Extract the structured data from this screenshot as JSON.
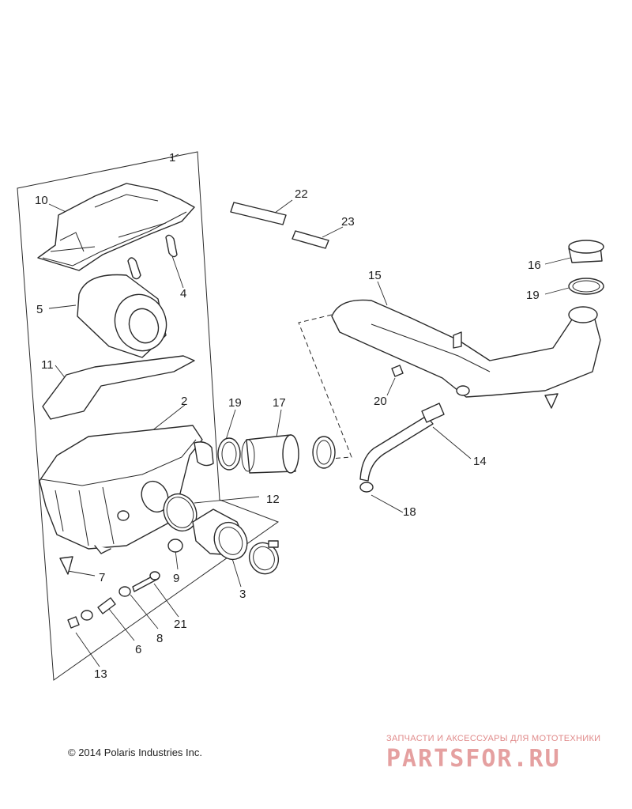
{
  "diagram": {
    "callouts": [
      {
        "id": "c1",
        "text": "1"
      },
      {
        "id": "c2",
        "text": "2"
      },
      {
        "id": "c3",
        "text": "3"
      },
      {
        "id": "c4",
        "text": "4"
      },
      {
        "id": "c5",
        "text": "5"
      },
      {
        "id": "c6",
        "text": "6"
      },
      {
        "id": "c7",
        "text": "7"
      },
      {
        "id": "c8",
        "text": "8"
      },
      {
        "id": "c9",
        "text": "9"
      },
      {
        "id": "c10",
        "text": "10"
      },
      {
        "id": "c11",
        "text": "11"
      },
      {
        "id": "c12",
        "text": "12"
      },
      {
        "id": "c13",
        "text": "13"
      },
      {
        "id": "c14",
        "text": "14"
      },
      {
        "id": "c15",
        "text": "15"
      },
      {
        "id": "c16",
        "text": "16"
      },
      {
        "id": "c17",
        "text": "17"
      },
      {
        "id": "c18",
        "text": "18"
      },
      {
        "id": "c19a",
        "text": "19"
      },
      {
        "id": "c19b",
        "text": "19"
      },
      {
        "id": "c20",
        "text": "20"
      },
      {
        "id": "c21",
        "text": "21"
      },
      {
        "id": "c22",
        "text": "22"
      },
      {
        "id": "c23",
        "text": "23"
      }
    ]
  },
  "footer": {
    "copyright": "© 2014 Polaris Industries Inc."
  },
  "watermark": {
    "tagline": "ЗАПЧАСТИ И АКСЕССУАРЫ ДЛЯ МОТОТЕХНИКИ",
    "brand": "PARTSFOR.RU"
  }
}
